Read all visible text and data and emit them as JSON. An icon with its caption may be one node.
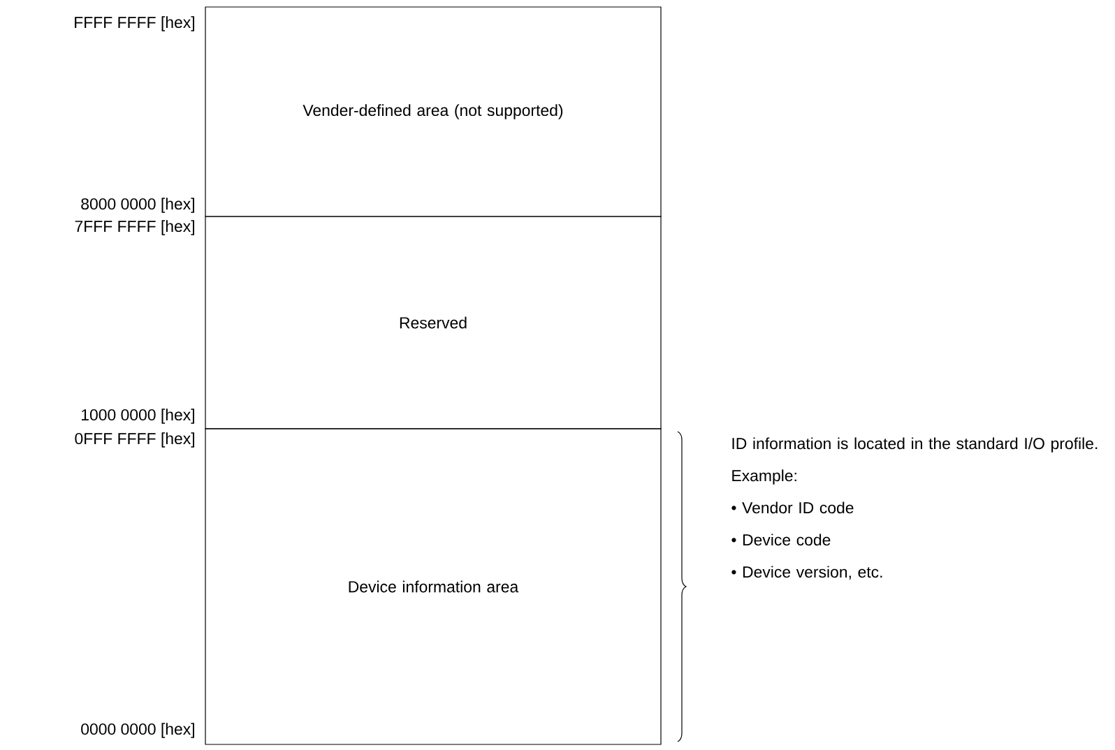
{
  "diagram": {
    "nodes": [
      {
        "text": [
          "Vender-defined area (not supported)"
        ]
      },
      {
        "text": [
          "Reserved"
        ]
      },
      {
        "text": [
          "Device information area"
        ],
        "beside": [
          "ID information is located in the standard I/O profile.",
          "Example:",
          "• Vendor ID code",
          "• Device code",
          "• Device version, etc."
        ]
      }
    ],
    "labels": [
      "FFFF FFFF [hex]",
      "8000 0000 [hex]",
      "7FFF FFFF [hex]",
      "1000 0000 [hex]",
      "0FFF FFFF [hex]",
      "0000 0000 [hex]"
    ]
  }
}
